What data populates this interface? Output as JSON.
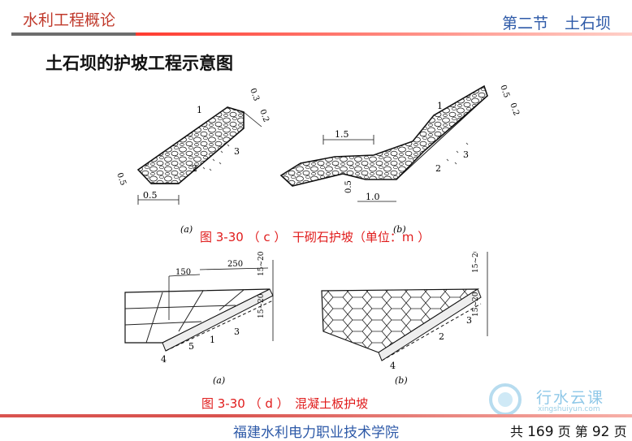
{
  "header": {
    "course": "水利工程概论",
    "section": "第二节",
    "topic": "土石坝"
  },
  "slide": {
    "title": "土石坝的护坡工程示意图"
  },
  "figure_c": {
    "caption": "图 3-30 （ c ）　干砌石护坡（单位：m ）",
    "panel_a_label": "(a)",
    "panel_b_label": "(b)",
    "a_dims": [
      "0.3",
      "0.2",
      "0.5",
      "0.5"
    ],
    "b_dims": [
      "1.5",
      "0.5",
      "1.0",
      "0.5",
      "0.2"
    ],
    "callouts": [
      "1",
      "2",
      "3"
    ]
  },
  "figure_d": {
    "caption": "图 3-30 （ d ）　混凝土板护坡",
    "panel_a_label": "(a)",
    "panel_b_label": "(b)",
    "a_dims": [
      "150",
      "250",
      "15~20",
      "15~20"
    ],
    "b_dims": [
      "15~20",
      "15~20"
    ],
    "callouts_a": [
      "1",
      "3",
      "4",
      "5"
    ],
    "callouts_b": [
      "2",
      "3",
      "4"
    ]
  },
  "footer": {
    "school": "福建水利电力职业技术学院",
    "page_prefix": "共",
    "total_pages": "169",
    "page_mid": "页 第",
    "current_page": "92",
    "page_suffix": "页"
  },
  "watermark": {
    "text": "行水云课",
    "sub": "xingshuiyun.com"
  }
}
